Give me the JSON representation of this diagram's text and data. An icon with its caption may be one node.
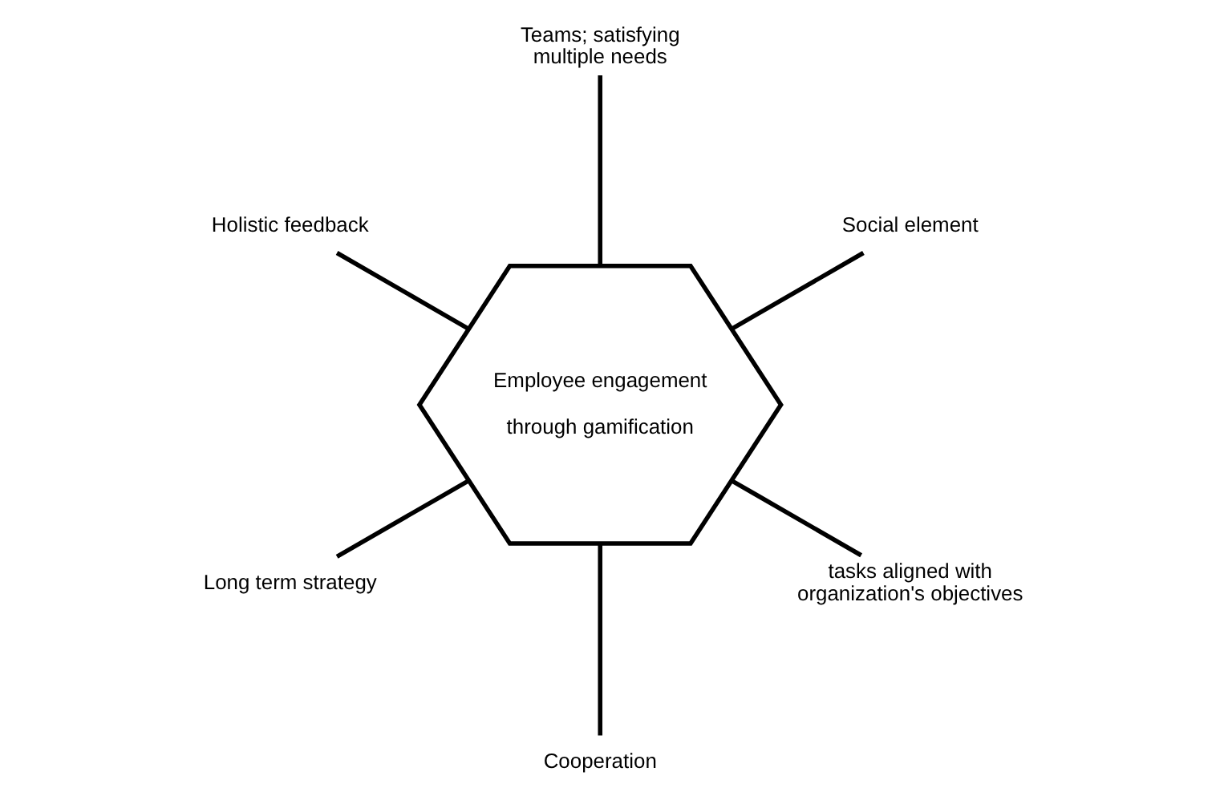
{
  "diagram": {
    "nodes": [
      {
        "text": [
          "Social element"
        ]
      },
      {
        "text": [
          "Teams; satisfying multiple needs"
        ]
      },
      {
        "text": [
          "Holistic feedback"
        ]
      },
      {
        "text": [
          "Employee engagement through gamification"
        ]
      },
      {
        "text": [
          "Long term strategy"
        ]
      },
      {
        "text": [
          "Cooperation"
        ]
      },
      {
        "text": [
          "tasks aligned with organization's objectives"
        ]
      }
    ],
    "edges": [
      {
        "from": 3,
        "to": 0,
        "arrow": "none"
      },
      {
        "from": 3,
        "to": 2,
        "arrow": "none"
      },
      {
        "from": 3,
        "to": 4,
        "arrow": "none"
      },
      {
        "from": 3,
        "to": 6,
        "arrow": "none"
      },
      {
        "from": 3,
        "to": 5,
        "arrow": "none"
      },
      {
        "from": 3,
        "to": 1,
        "arrow": "none"
      }
    ]
  }
}
